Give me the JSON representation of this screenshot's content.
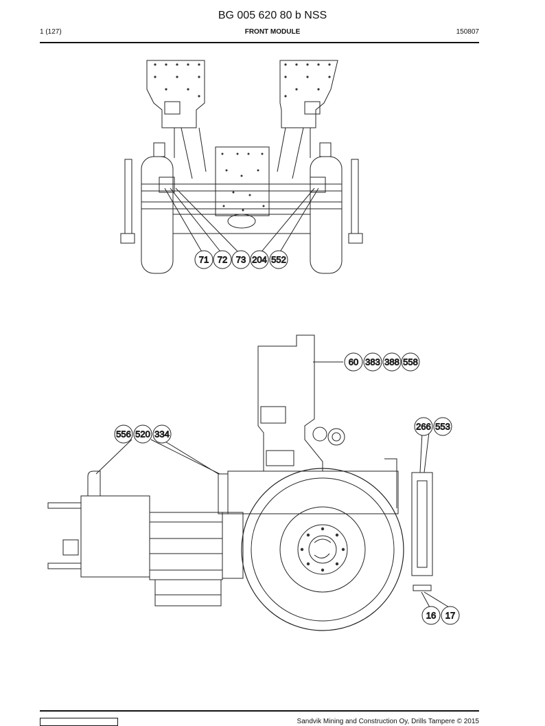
{
  "header": {
    "title": "BG 005 620 80 b NSS",
    "page": "1 (127)",
    "section": "FRONT MODULE",
    "code": "150807"
  },
  "callouts": {
    "top": [
      "71",
      "72",
      "73",
      "204",
      "552"
    ],
    "side_top_right": [
      "60",
      "383",
      "388",
      "558"
    ],
    "side_left": [
      "556",
      "520",
      "334"
    ],
    "side_right": [
      "266",
      "553"
    ],
    "side_bottom": [
      "16",
      "17"
    ]
  },
  "footer": {
    "text": "Sandvik Mining and Construction Oy, Drills Tampere © 2015"
  }
}
